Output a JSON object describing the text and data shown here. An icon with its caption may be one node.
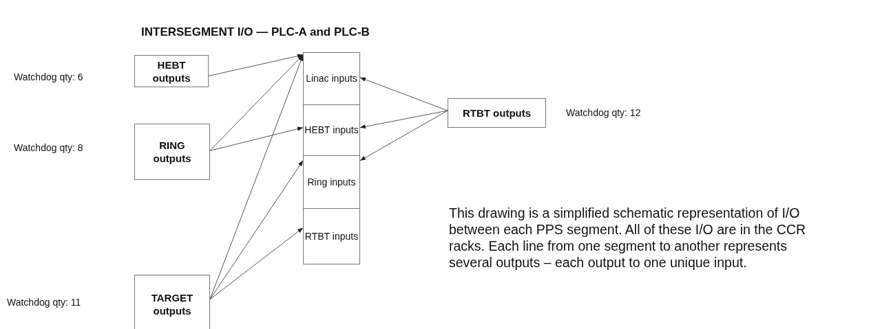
{
  "diagram": {
    "title": "INTERSEGMENT I/O — PLC-A and PLC-B",
    "nodes": [
      {
        "text": [
          "HEBT outputs"
        ]
      },
      {
        "text": [
          "RING outputs"
        ]
      },
      {
        "text": [
          "TARGET outputs"
        ]
      },
      {
        "text": [
          "Linac inputs"
        ]
      },
      {
        "text": [
          "HEBT inputs"
        ]
      },
      {
        "text": [
          "Ring inputs"
        ]
      },
      {
        "text": [
          "RTBT inputs"
        ]
      },
      {
        "text": [
          "RTBT outputs"
        ]
      }
    ],
    "edges": [
      {
        "from": 0,
        "to": 3,
        "arrow": "to"
      },
      {
        "from": 1,
        "to": 3,
        "arrow": "to"
      },
      {
        "from": 1,
        "to": 4,
        "arrow": "to"
      },
      {
        "from": 2,
        "to": 3,
        "arrow": "to"
      },
      {
        "from": 2,
        "to": 5,
        "arrow": "to"
      },
      {
        "from": 2,
        "to": 6,
        "arrow": "to"
      },
      {
        "from": 7,
        "to": 3,
        "arrow": "to"
      },
      {
        "from": 7,
        "to": 4,
        "arrow": "to"
      },
      {
        "from": 7,
        "to": 5,
        "arrow": "to"
      }
    ],
    "labels": [
      "Watchdog qty: 6",
      "Watchdog qty: 12",
      "Watchdog qty: 8",
      "This drawing is a simplified schematic representation of I/O between each PPS segment. All of these I/O are in the CCR racks.  Each line from one segment to another represents several outputs – each output to one unique input.",
      "Watchdog qty: 11"
    ]
  }
}
